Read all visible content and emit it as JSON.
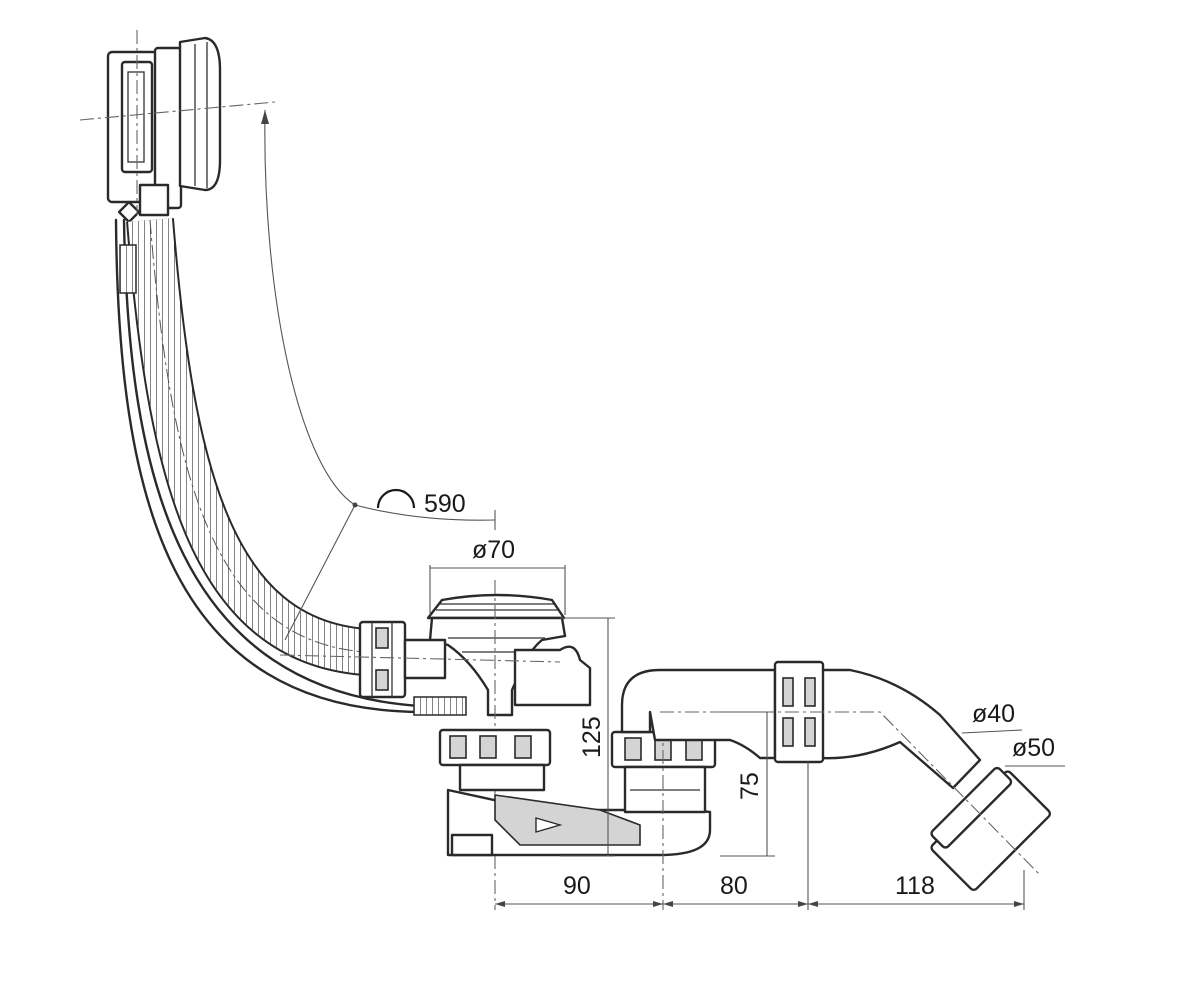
{
  "dimensions": {
    "cable_length": "590",
    "outlet_diameter": "ø70",
    "overall_height": "125",
    "trap_height": "75",
    "inner_pipe_diameter": "ø40",
    "outer_pipe_diameter": "ø50",
    "span_1": "90",
    "span_2": "80",
    "span_3": "118"
  }
}
